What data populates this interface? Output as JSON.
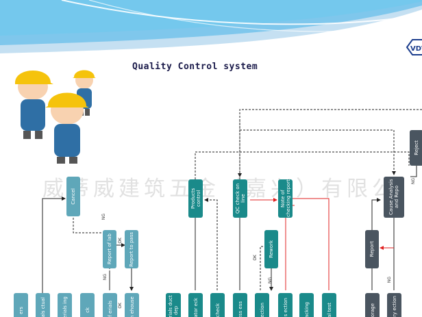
{
  "title": "Quality Control system",
  "watermark": "威蒂威建筑五金（嘉兴）有限公",
  "logo_text": "VDV",
  "colors": {
    "teal": "#1a8a8a",
    "light_teal": "#5fa7b9",
    "dark_gray": "#4a5560",
    "red_line": "#e02020",
    "banner_blue": "#4bb6e6"
  },
  "boxes": {
    "cancel": "Cancel",
    "report_of_lab": "Report of lab",
    "report_to_pass": "Report to pass",
    "products_control": "Products control",
    "qc_check_on_line": "QC check on line",
    "note_of_checking_report": "Note of checking report",
    "rework": "Rework",
    "report": "Report",
    "cause_analysis": "Cause Analysis and Repo",
    "reject": "Reject",
    "bottom": [
      "ers",
      "erials ctual",
      "aterials ing",
      "ck",
      "of erials",
      "g in ehouse",
      "aterials duct dep",
      "erator eck",
      "check",
      "ess ess",
      "ection",
      "ess ection",
      "acking",
      "al test",
      "orage",
      "ctory ection"
    ]
  },
  "labels": {
    "ng": "NG",
    "ok": "OK"
  }
}
